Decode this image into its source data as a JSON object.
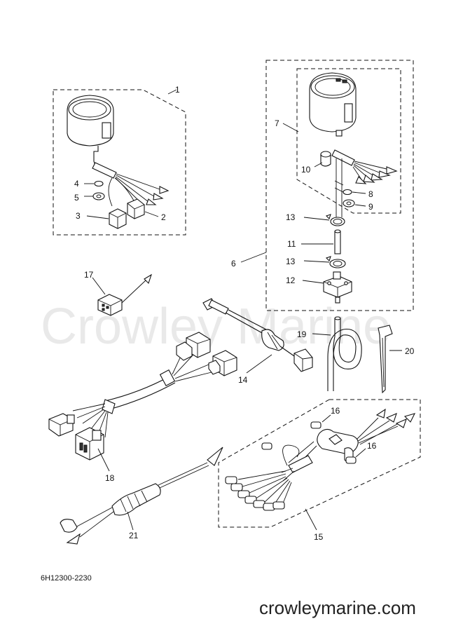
{
  "watermark": "Crowley Marine",
  "drawing_code": "6H12300-2230",
  "site_url": "crowleymarine.com",
  "callouts": {
    "c1": "1",
    "c2": "2",
    "c3": "3",
    "c4": "4",
    "c5": "5",
    "c6": "6",
    "c7": "7",
    "c8": "8",
    "c9": "9",
    "c10": "10",
    "c11": "11",
    "c13a": "13",
    "c13b": "13",
    "c12": "12",
    "c14": "14",
    "c15": "15",
    "c16a": "16",
    "c16b": "16",
    "c17": "17",
    "c18": "18",
    "c19": "19",
    "c20": "20",
    "c21": "21"
  }
}
